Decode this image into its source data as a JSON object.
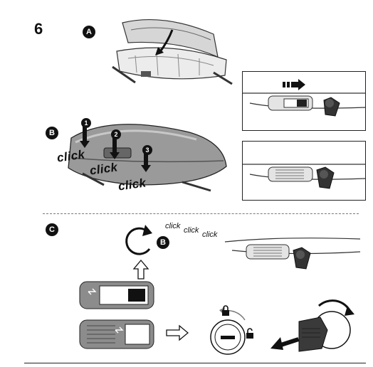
{
  "step": "6",
  "sections": {
    "a": {
      "badge": "A"
    },
    "b": {
      "badge": "B",
      "points": [
        "1",
        "2",
        "3"
      ],
      "clicks": [
        "click",
        "click",
        "click"
      ]
    },
    "c": {
      "badge": "C",
      "rotate_badge": "B",
      "clicks": [
        "click",
        "click",
        "click"
      ]
    }
  },
  "icons": {
    "lock_closed": "padlock-closed-icon",
    "lock_open": "padlock-open-icon",
    "slide_arrow": "arrow-right-icon",
    "rotate_arrow": "rotate-clockwise-icon",
    "pull_arrow": "arrow-left-icon"
  }
}
